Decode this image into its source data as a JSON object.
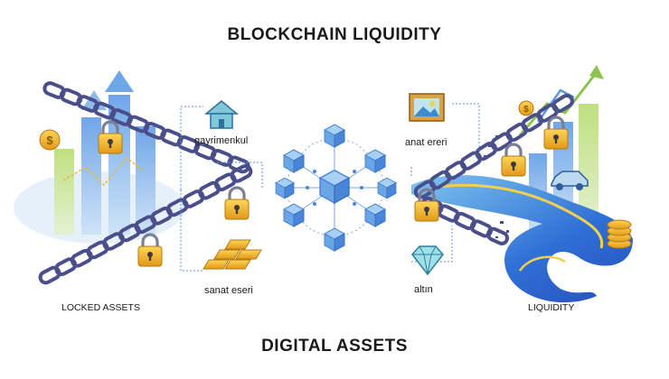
{
  "title": "BLOCKCHAIN LIQUIDITY",
  "footer": "DIGITAL ASSETS",
  "left_section": "LOCKED ASSETS",
  "right_section": "LIQUIDITY",
  "assets": {
    "real_estate": "gayrimenkul",
    "art_under_gold": "sanat eseri",
    "art_top_right": "anat ereri",
    "gold_under_diamond": "altın"
  },
  "icons": {
    "house": "house-icon",
    "gold": "gold-bars-icon",
    "painting": "painting-icon",
    "diamond": "diamond-icon",
    "lock": "padlock-icon",
    "coin": "dollar-coin-icon",
    "car": "car-icon",
    "network": "blockchain-cube-network-icon"
  },
  "colors": {
    "chain": "#4a4f8c",
    "lock": "#f2b53b",
    "cube": "#4a86d8",
    "water": "#3a78d8",
    "bar": "#7fb1e6",
    "arrow": "#8cc24e"
  }
}
